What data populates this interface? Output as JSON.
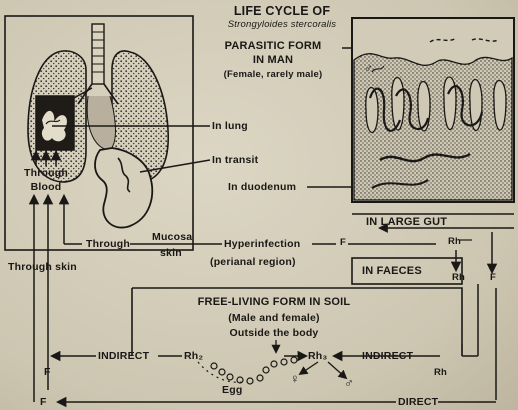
{
  "title": "LIFE CYCLE OF",
  "species": "Strongyloides stercoralis",
  "parasitic_form": {
    "line1": "PARASITIC FORM",
    "line2": "IN MAN",
    "note": "(Female, rarely male)"
  },
  "body_labels": {
    "in_lung": "In lung",
    "in_transit": "In transit",
    "in_duodenum": "In duodenum",
    "through_blood_1": "Through",
    "through_blood_2": "Blood"
  },
  "in_large_gut": "IN LARGE GUT",
  "in_faeces": "IN FAECES",
  "mucosa_top": "Mucosa",
  "mucosa_bottom": "skin",
  "through": "Through",
  "hyperinfection": "Hyperinfection",
  "perianal": "(perianal region)",
  "through_skin": "Through skin",
  "free_living": {
    "line1": "FREE-LIVING FORM IN SOIL",
    "line2": "(Male and female)",
    "line3": "Outside the body"
  },
  "indirect_left": "INDIRECT",
  "indirect_right": "INDIRECT",
  "direct": "DIRECT",
  "egg": "Egg",
  "symbols": {
    "F": "F",
    "Rh": "Rh",
    "Rh1": "Rh₁",
    "Rh2": "Rh₂",
    "Rh3": "Rh₃",
    "male": "♂",
    "female": "♀"
  }
}
